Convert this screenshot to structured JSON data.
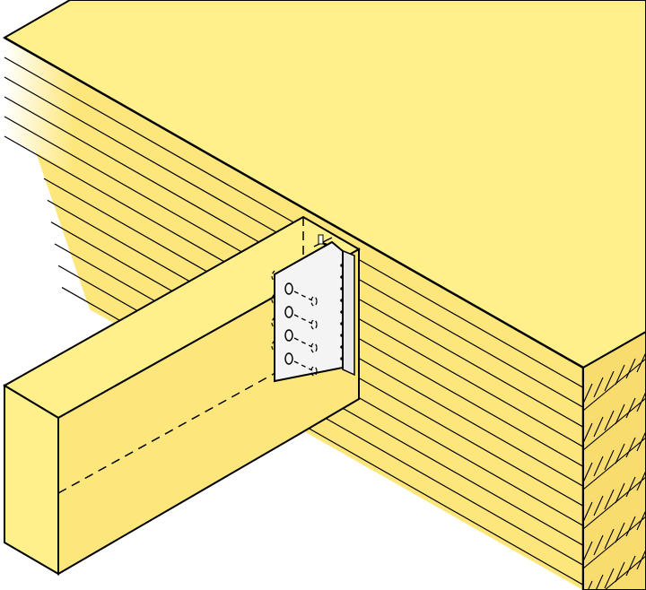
{
  "diagram": {
    "colors": {
      "wood_top": "#fff08c",
      "wood_side": "#fde77c",
      "wood_end": "#f8dd6e",
      "metal": "#f4f4f4",
      "outline": "#000000"
    },
    "components": [
      "main-beam",
      "joist",
      "concealed-hanger-connector"
    ]
  }
}
